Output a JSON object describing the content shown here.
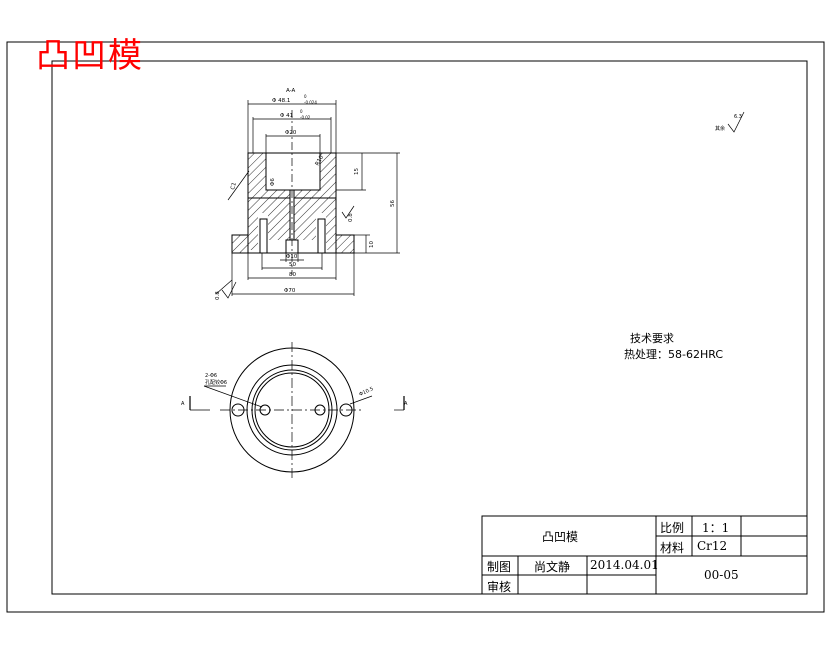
{
  "watermark_title": "凸凹模",
  "section_label": "A-A",
  "dimensions": {
    "d_outer_top": "Φ 48.1",
    "tol_top_upper": "0",
    "tol_top_lower": "-0.024",
    "d_inner": "Φ 41",
    "tol_inner_upper": "0",
    "tol_inner_lower": "-0.02",
    "d_20": "Φ20",
    "r10": "R10",
    "dim_15": "15",
    "dim_56": "56",
    "dim_10": "10",
    "phi10": "Φ10",
    "dim_50": "50",
    "dim_80": "80",
    "d_70": "Φ70",
    "c1": "C1",
    "ra_left": "0.8",
    "ra_mid": "0.8",
    "phi6": "Φ6",
    "hole_note_1": "2-Φ6",
    "hole_note_2": "孔配铰Φ6",
    "bolt_note": "Φ10.5"
  },
  "section_marks": {
    "left": "A",
    "right": "A"
  },
  "roughness_other": {
    "label": "其余",
    "value": "6.3"
  },
  "tech_requirements": {
    "heading": "技术要求",
    "line1": "热处理：58-62HRC"
  },
  "title_block": {
    "part_name": "凸凹模",
    "scale_label": "比例",
    "scale_value": "1：1",
    "material_label": "材料",
    "material_value": "Cr12",
    "drawn_label": "制图",
    "drawn_name": "尚文静",
    "drawn_date": "2014.04.01",
    "check_label": "审核",
    "drawing_no": "00-05"
  }
}
